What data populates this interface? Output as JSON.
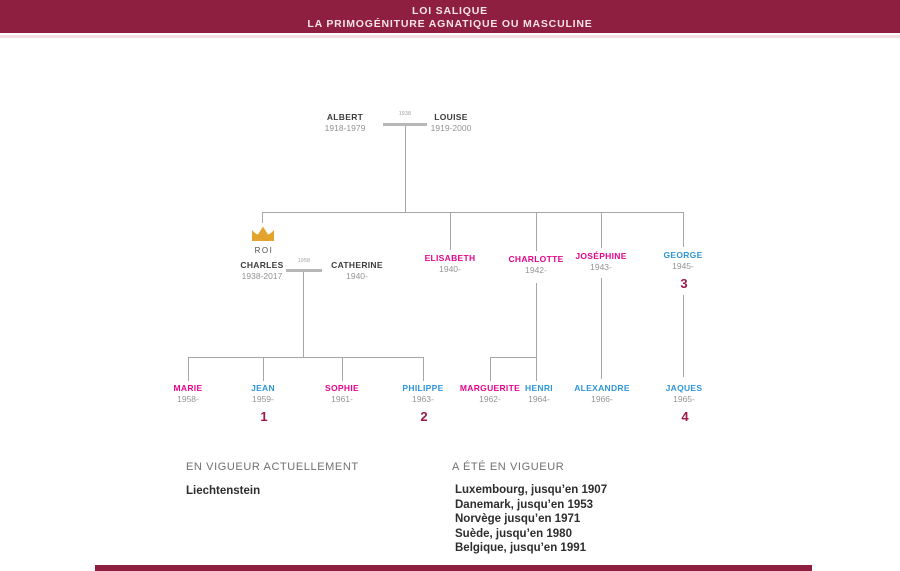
{
  "header": {
    "line1": "LOI SALIQUE",
    "line2": "LA PRIMOGÉNITURE AGNATIQUE OU MASCULINE"
  },
  "tree": {
    "roi_label": "ROI",
    "albert": {
      "name": "ALBERT",
      "dates": "1918-1979"
    },
    "louise": {
      "name": "LOUISE",
      "dates": "1919-2000"
    },
    "albert_louise_year": "1938",
    "charles": {
      "name": "CHARLES",
      "dates": "1938-2017"
    },
    "catherine": {
      "name": "CATHERINE",
      "dates": "1940-"
    },
    "charles_catherine_year": "1958",
    "elisabeth": {
      "name": "ELISABETH",
      "dates": "1940-"
    },
    "charlotte": {
      "name": "CHARLOTTE",
      "dates": "1942-"
    },
    "josephine": {
      "name": "JOSÉPHINE",
      "dates": "1943-"
    },
    "george": {
      "name": "GEORGE",
      "dates": "1945-",
      "number": "3"
    },
    "marie": {
      "name": "MARIE",
      "dates": "1958-"
    },
    "jean": {
      "name": "JEAN",
      "dates": "1959-",
      "number": "1"
    },
    "sophie": {
      "name": "SOPHIE",
      "dates": "1961-"
    },
    "philippe": {
      "name": "PHILIPPE",
      "dates": "1963-",
      "number": "2"
    },
    "marguerite": {
      "name": "MARGUERITE",
      "dates": "1962-"
    },
    "henri": {
      "name": "HENRI",
      "dates": "1964-"
    },
    "alexandre": {
      "name": "ALEXANDRE",
      "dates": "1966-"
    },
    "jaques": {
      "name": "JAQUES",
      "dates": "1965-",
      "number": "4"
    }
  },
  "legend": {
    "current_heading": "EN VIGUEUR ACTUELLEMENT",
    "current_items": [
      "Liechtenstein"
    ],
    "past_heading": "A ÉTÉ EN VIGUEUR",
    "past_items": [
      "Luxembourg, jusqu’en 1907",
      "Danemark, jusqu’en 1953",
      "Norvège jusqu’en 1971",
      "Suède, jusqu’en 1980",
      "Belgique, jusqu’en 1991"
    ]
  },
  "colors": {
    "banner": "#8e1f40",
    "female": "#e5058c",
    "male": "#2e96d8",
    "number": "#9b1b46",
    "crown": "#e2a42c"
  }
}
